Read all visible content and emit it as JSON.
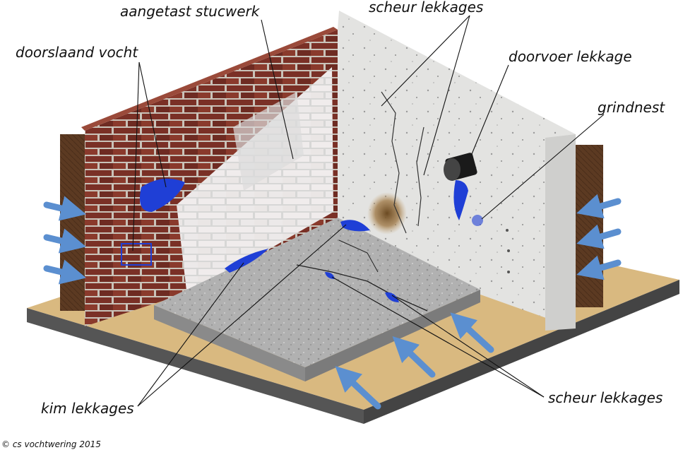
{
  "labels": {
    "affected_plaster": "aangetast stucwerk",
    "crack_leaks_top": "scheur lekkages",
    "penetrating_damp": "doorslaand vocht",
    "pipe_leak": "doorvoer lekkage",
    "gravel_pocket": "grindnest",
    "joint_leaks": "kim lekkages",
    "crack_leaks_bottom": "scheur lekkages"
  },
  "copyright": "© cs vochtwering 2015",
  "colors": {
    "brick": "#7a3026",
    "mortar": "#c9c2b8",
    "plaster": "#f2f2f2",
    "concrete_wall": "#e4e4e2",
    "floor": "#a9a9a9",
    "soil": "#d9b980",
    "earth": "#5c3a22",
    "leak": "#1f3fd6",
    "arrow": "#5b8fd0"
  }
}
